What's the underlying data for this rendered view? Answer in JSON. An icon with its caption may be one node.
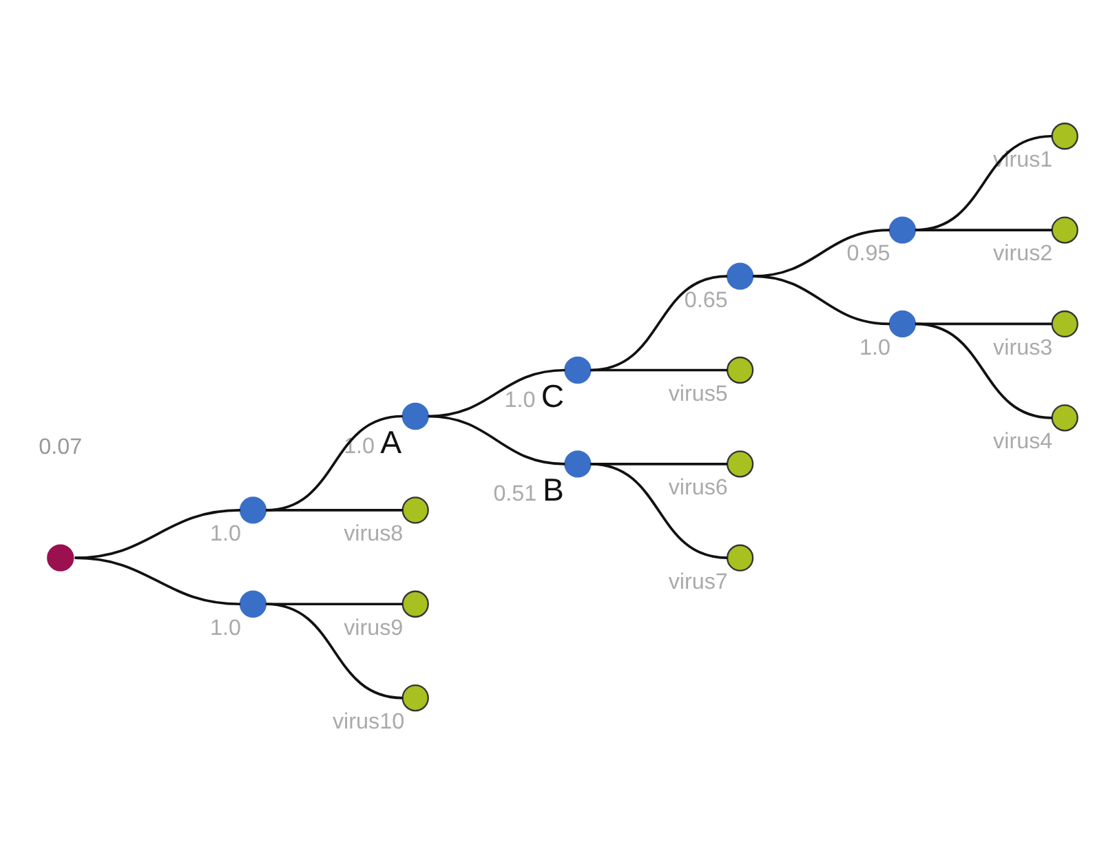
{
  "diagram": {
    "nodes": [
      {
        "text": [],
        "shape": "circle"
      },
      {
        "text": [],
        "shape": "circle",
        "beside": [
          "1.0"
        ]
      },
      {
        "text": [],
        "shape": "circle",
        "beside": [
          "1.0",
          "A"
        ]
      },
      {
        "text": [],
        "shape": "circle",
        "beside": [
          "1.0",
          "C"
        ]
      },
      {
        "text": [],
        "shape": "circle",
        "beside": [
          "0.65"
        ]
      },
      {
        "text": [],
        "shape": "circle",
        "beside": [
          "0.95"
        ]
      },
      {
        "text": [],
        "shape": "circle",
        "beside": [
          "virus1"
        ]
      },
      {
        "text": [],
        "shape": "circle",
        "beside": [
          "virus2"
        ]
      },
      {
        "text": [],
        "shape": "circle",
        "beside": [
          "1.0"
        ]
      },
      {
        "text": [],
        "shape": "circle",
        "beside": [
          "virus3"
        ]
      },
      {
        "text": [],
        "shape": "circle",
        "beside": [
          "virus4"
        ]
      },
      {
        "text": [],
        "shape": "circle",
        "beside": [
          "virus5"
        ]
      },
      {
        "text": [],
        "shape": "circle",
        "beside": [
          "0.51",
          "B"
        ]
      },
      {
        "text": [],
        "shape": "circle",
        "beside": [
          "virus6"
        ]
      },
      {
        "text": [],
        "shape": "circle",
        "beside": [
          "virus7"
        ]
      },
      {
        "text": [],
        "shape": "circle",
        "beside": [
          "virus8"
        ]
      },
      {
        "text": [],
        "shape": "circle",
        "beside": [
          "1.0"
        ]
      },
      {
        "text": [],
        "shape": "circle",
        "beside": [
          "virus9"
        ]
      },
      {
        "text": [],
        "shape": "circle",
        "beside": [
          "virus10"
        ]
      }
    ],
    "edges": [
      {
        "from": 0,
        "to": 1,
        "arrow": "none"
      },
      {
        "from": 1,
        "to": 2,
        "arrow": "none"
      },
      {
        "from": 2,
        "to": 3,
        "arrow": "none"
      },
      {
        "from": 3,
        "to": 4,
        "arrow": "none"
      },
      {
        "from": 4,
        "to": 5,
        "arrow": "none"
      },
      {
        "from": 5,
        "to": 6,
        "arrow": "none"
      },
      {
        "from": 5,
        "to": 7,
        "arrow": "none"
      },
      {
        "from": 4,
        "to": 8,
        "arrow": "none"
      },
      {
        "from": 8,
        "to": 9,
        "arrow": "none"
      },
      {
        "from": 8,
        "to": 10,
        "arrow": "none"
      },
      {
        "from": 3,
        "to": 11,
        "arrow": "none"
      },
      {
        "from": 2,
        "to": 12,
        "arrow": "none"
      },
      {
        "from": 12,
        "to": 13,
        "arrow": "none"
      },
      {
        "from": 12,
        "to": 14,
        "arrow": "none"
      },
      {
        "from": 1,
        "to": 15,
        "arrow": "none"
      },
      {
        "from": 0,
        "to": 16,
        "arrow": "none"
      },
      {
        "from": 16,
        "to": 17,
        "arrow": "none"
      },
      {
        "from": 16,
        "to": 18,
        "arrow": "none"
      }
    ],
    "labels": [
      "0.07"
    ]
  }
}
